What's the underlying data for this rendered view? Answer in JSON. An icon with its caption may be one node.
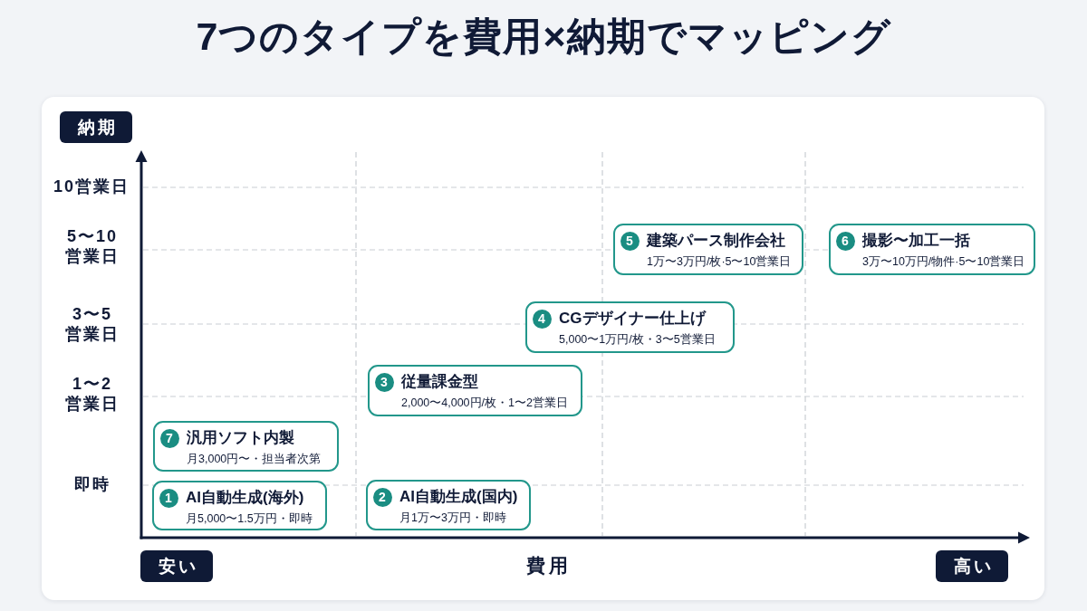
{
  "diagram": {
    "title": "7つのタイプを費用×納期でマッピング",
    "nodes": [
      {
        "text": [
          "納期"
        ]
      },
      {
        "text": [
          "建築パース制作会社",
          "1万〜3万円/枚·5〜10営業日"
        ]
      },
      {
        "text": [
          "5"
        ],
        "in": 1
      },
      {
        "text": [
          "撮影〜加工一括",
          "3万〜10万円/物件·5〜10営業日"
        ]
      },
      {
        "text": [
          "6"
        ],
        "in": 3
      },
      {
        "text": [
          "CGデザイナー仕上げ",
          "5,000〜1万円/枚・3〜5営業日"
        ]
      },
      {
        "text": [
          "4"
        ],
        "in": 5
      },
      {
        "text": [
          "従量課金型",
          "2,000〜4,000円/枚・1〜2営業日"
        ]
      },
      {
        "text": [
          "3"
        ],
        "in": 7
      },
      {
        "text": [
          "汎用ソフト内製",
          "月3,000円〜・担当者次第"
        ]
      },
      {
        "text": [
          "7"
        ],
        "in": 9
      },
      {
        "text": [
          "AI自動生成(海外)",
          "月5,000〜1.5万円・即時"
        ]
      },
      {
        "text": [
          "1"
        ],
        "in": 11
      },
      {
        "text": [
          "AI自動生成(国内)",
          "月1万〜3万円・即時"
        ]
      },
      {
        "text": [
          "2"
        ],
        "in": 13
      },
      {
        "text": [
          "安い"
        ]
      },
      {
        "text": [
          "高い"
        ]
      }
    ],
    "labels": [
      "10営業日",
      "5〜10営業日",
      "3〜5営業日",
      "1〜2営業日",
      "即時",
      "費用"
    ]
  }
}
